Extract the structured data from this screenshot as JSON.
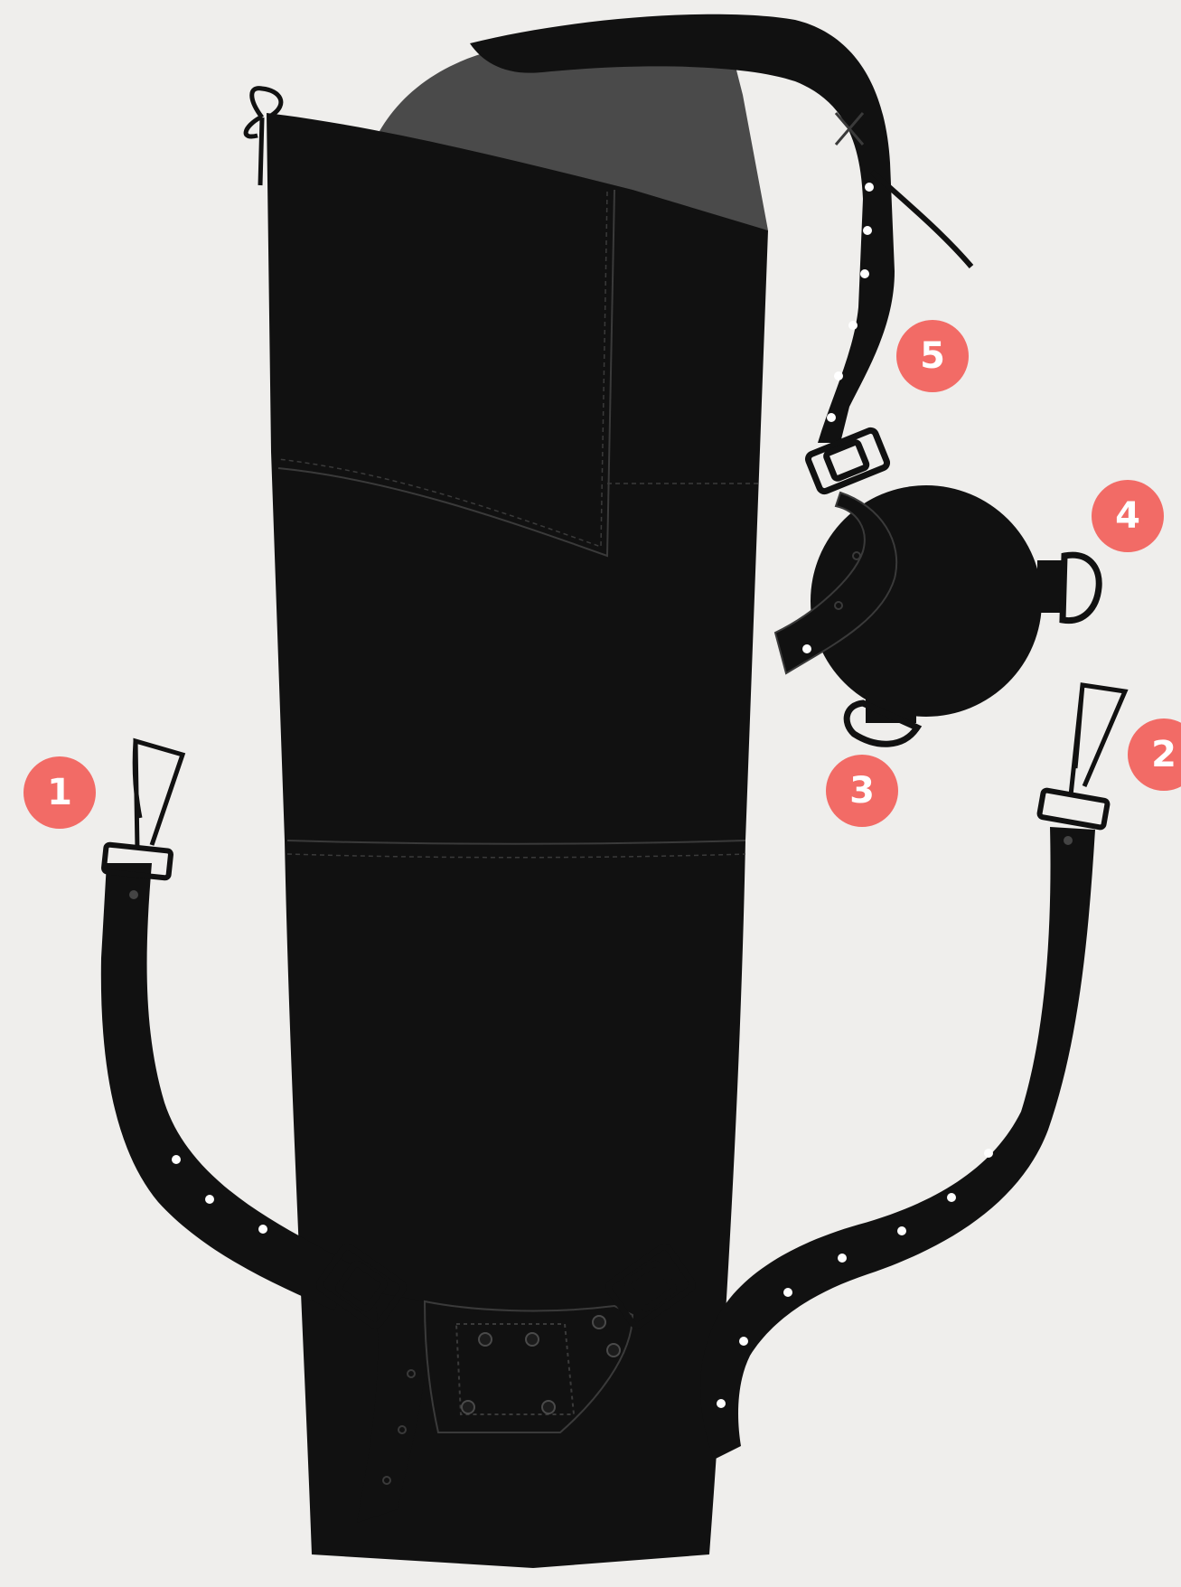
{
  "colors": {
    "background": "#efeeec",
    "leather": "#111111",
    "lining": "#4a4a4a",
    "stitch": "#3a3a3a",
    "hardware": "#1a1a1a",
    "marker": "#f26b66",
    "marker_text": "#ffffff"
  },
  "markers": [
    {
      "label": "1"
    },
    {
      "label": "2"
    },
    {
      "label": "3"
    },
    {
      "label": "4"
    },
    {
      "label": "5"
    }
  ]
}
